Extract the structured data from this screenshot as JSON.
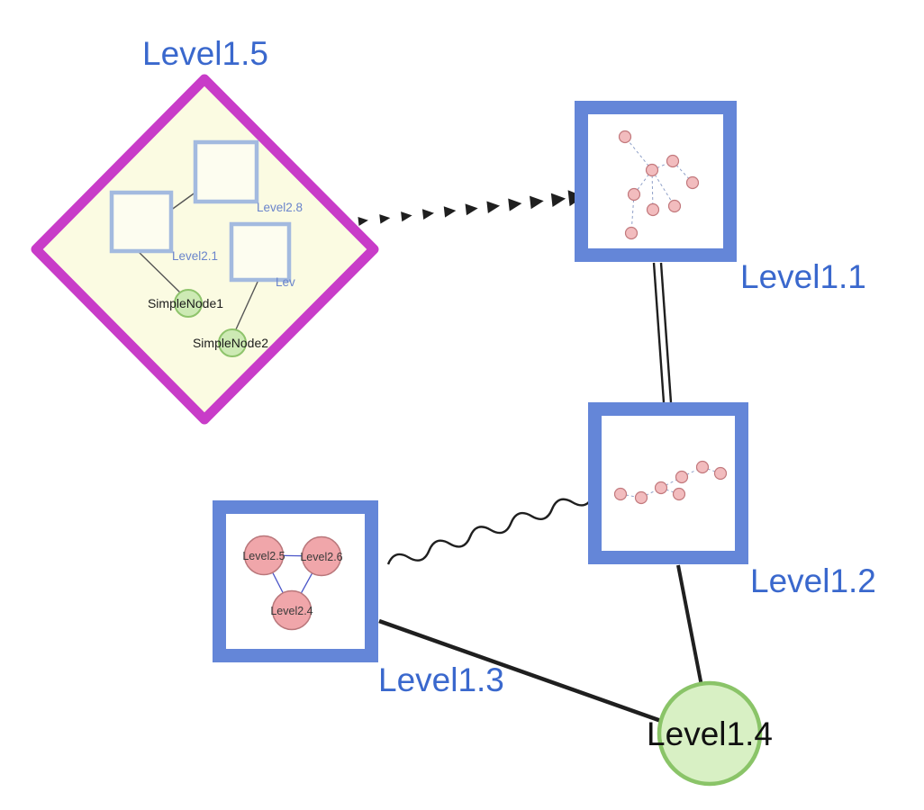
{
  "diagram": {
    "type": "nested-graph",
    "labels": {
      "level15": "Level1.5",
      "level11": "Level1.1",
      "level12": "Level1.2",
      "level13": "Level1.3",
      "level14": "Level1.4"
    },
    "level15_group": {
      "square_labels": [
        "Level2.8",
        "Level2.1",
        "Lev"
      ],
      "node_labels": [
        "SimpleNode1",
        "SimpleNode2"
      ]
    },
    "level13_group": {
      "node_labels": [
        "Level2.5",
        "Level2.6",
        "Level2.4"
      ]
    },
    "colors": {
      "label_blue": "#3a68cd",
      "diamond_stroke": "#c83cc8",
      "diamond_fill": "#fbfbe2",
      "group_square_stroke": "#6486d8",
      "inner_square_stroke": "#a3badf",
      "green_node_fill": "#cdeab4",
      "green_node_stroke": "#8fc46c",
      "big_green_fill": "#d8f0c4",
      "big_green_stroke": "#8ac468",
      "mini_node_fill": "#f2bcbe",
      "mini_node_stroke": "#c2787c",
      "edge_color": "#1f1f1f"
    }
  }
}
